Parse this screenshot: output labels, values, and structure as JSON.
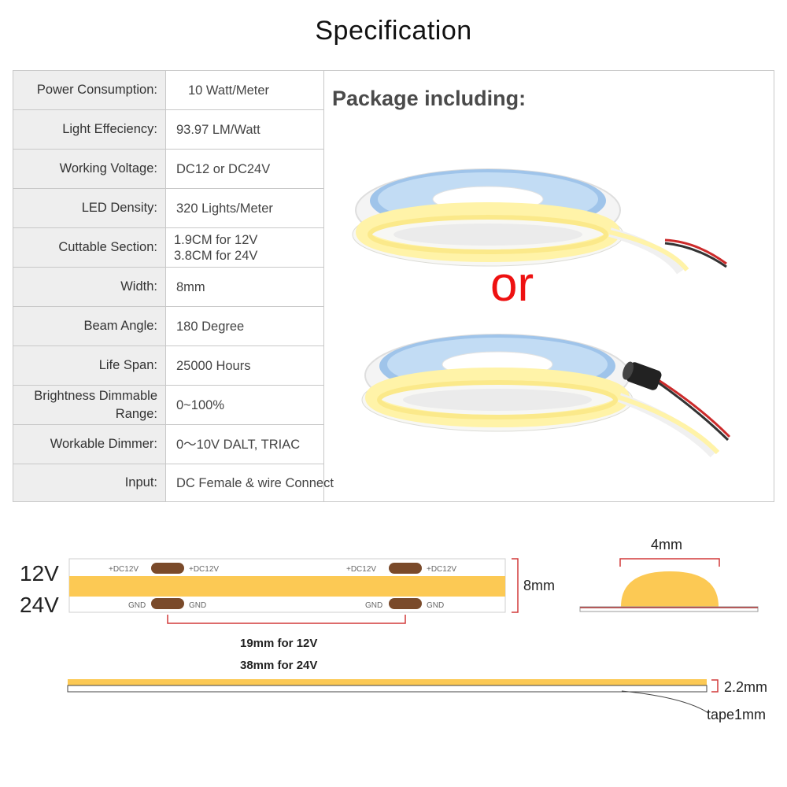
{
  "title": "Specification",
  "specs": [
    {
      "label": "Power Consumption:",
      "value": "10 Watt/Meter"
    },
    {
      "label": "Light Effeciency:",
      "value": "93.97 LM/Watt"
    },
    {
      "label": "Working Voltage:",
      "value": "DC12 or DC24V"
    },
    {
      "label": "LED Density:",
      "value": "320 Lights/Meter"
    },
    {
      "label": "Cuttable Section:",
      "value": "1.9CM for 12V\n3.8CM for 24V"
    },
    {
      "label": "Width:",
      "value": "8mm"
    },
    {
      "label": "Beam Angle:",
      "value": "180 Degree"
    },
    {
      "label": "Life Span:",
      "value": "25000 Hours"
    },
    {
      "label": "Brightness Dimmable Range:",
      "value": "0~100%"
    },
    {
      "label": "Workable Dimmer:",
      "value": "0〜10V DALT, TRIAC"
    },
    {
      "label": "Input:",
      "value": "DC Female & wire Connect"
    }
  ],
  "package": {
    "title": "Package including:",
    "or_text": "or"
  },
  "diagram": {
    "voltage_12": "12V",
    "voltage_24": "24V",
    "pad_pos": "+DC12V",
    "pad_gnd": "GND",
    "width_label": "8mm",
    "cut_12": "19mm for 12V",
    "cut_24": "38mm for 24V",
    "dome_width": "4mm",
    "thickness": "2.2mm",
    "tape": "tape1mm"
  },
  "colors": {
    "led_strip": "#fcc954",
    "cut_pad": "#7a4a2a",
    "dim_line": "#d23a3a",
    "or_red": "#ee1111"
  }
}
